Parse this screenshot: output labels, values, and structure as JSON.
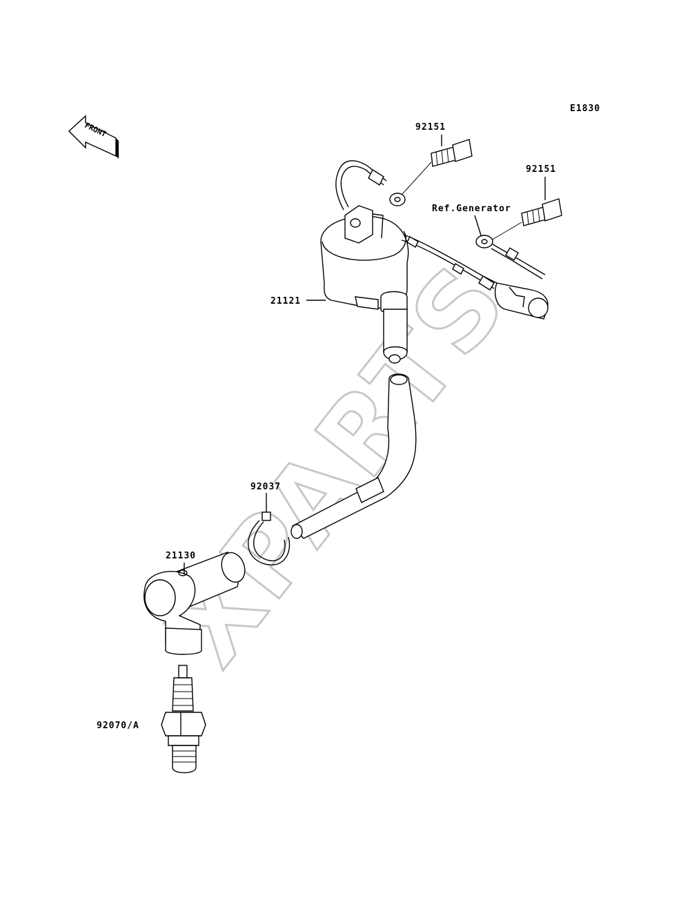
{
  "diagram": {
    "code": "E1830",
    "front_label": "FRONT",
    "watermark": "XPARTS",
    "labels": {
      "bolt_top": "92151",
      "bolt_right": "92151",
      "ref_generator": "Ref.Generator",
      "ignition_coil": "21121",
      "clamp": "92037",
      "plug_cap": "21130",
      "spark_plug": "92070/A"
    }
  }
}
